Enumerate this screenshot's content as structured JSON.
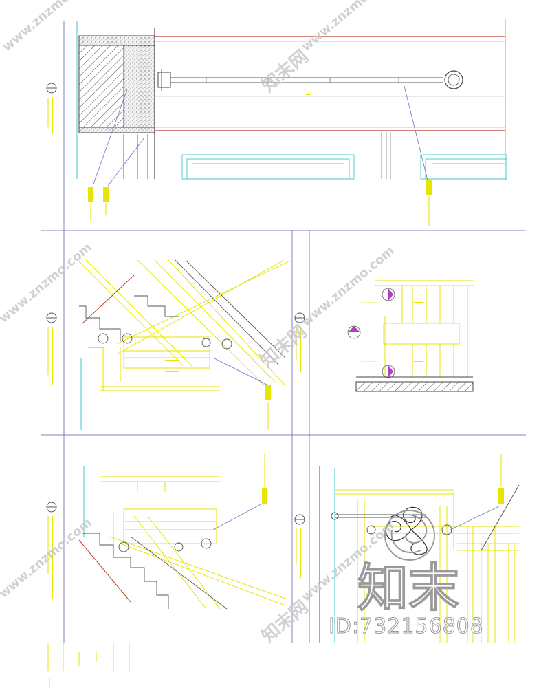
{
  "watermark": {
    "site": "www.znzmo.com",
    "cn_name": "知末网",
    "logo_text": "知末",
    "id_label": "ID:732156808"
  },
  "colors": {
    "frame": "#8080c0",
    "cad_yellow": "#e6e600",
    "cad_red": "#c0392b",
    "cad_cyan": "#40c8c8",
    "cad_gray": "#707070",
    "cad_magenta": "#b040c0"
  },
  "drawing": {
    "panels": [
      {
        "name": "railing-section-top",
        "content": "wall-mounted handrail section with hatched wall and concrete fill"
      },
      {
        "name": "stair-section-left",
        "content": "stair railing section detail"
      },
      {
        "name": "stair-plan-right",
        "content": "stair plan with section markers"
      },
      {
        "name": "stair-detail-bottom-left",
        "content": "stair baluster detail"
      },
      {
        "name": "railing-elevation-bottom-right",
        "content": "railing elevation with decorative scroll"
      }
    ]
  }
}
